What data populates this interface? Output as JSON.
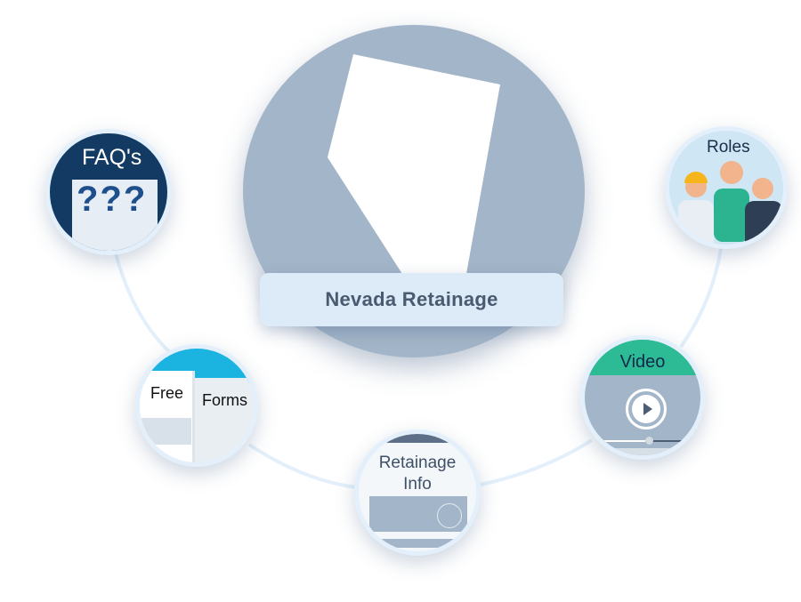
{
  "center": {
    "title": "Nevada Retainage"
  },
  "nodes": {
    "faq": {
      "label": "FAQ's",
      "marks": "???"
    },
    "roles": {
      "label": "Roles"
    },
    "forms": {
      "label1": "Free",
      "label2": "Forms"
    },
    "info": {
      "label1": "Retainage",
      "label2": "Info"
    },
    "video": {
      "label": "Video"
    }
  },
  "colors": {
    "main_circle": "#a3b5c8",
    "faq": "#123a63",
    "forms": "#1bb3e0",
    "video": "#2dbb96"
  }
}
